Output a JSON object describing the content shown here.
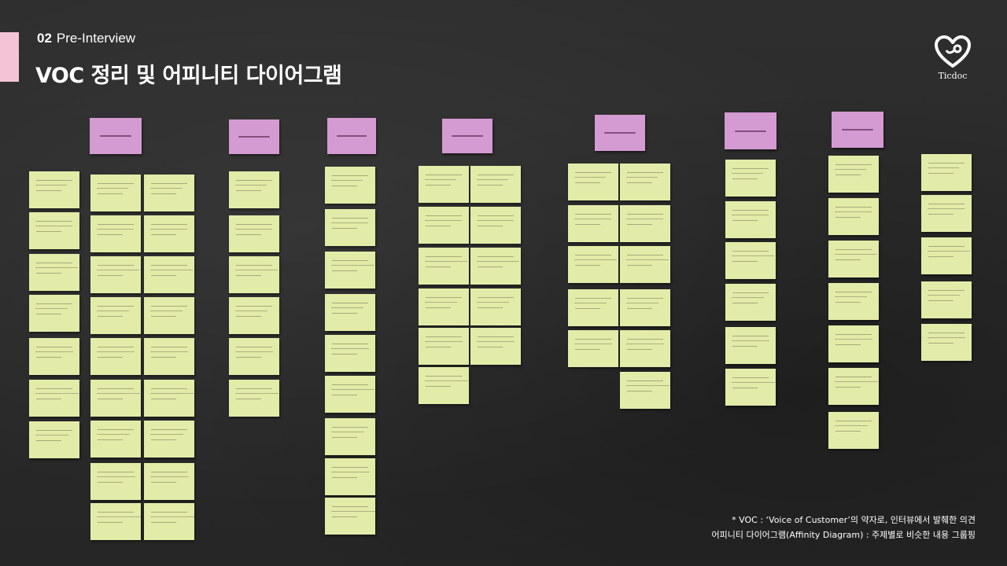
{
  "section": {
    "number": "02",
    "name": "Pre-Interview"
  },
  "title": "VOC 정리 및 어피니티 다이어그램",
  "brand": {
    "logo_text": "Ticdoc",
    "accent_color": "#f2c4d6"
  },
  "colors": {
    "sticky_note": "#e3eba8",
    "header_note": "#d49ad2",
    "board": "#2a2a2a"
  },
  "footnote": {
    "line1": "* VOC : ‘Voice of Customer’의 약자로, 인터뷰에서 발췌한 의견",
    "line2": "어피니티 다이어그램(Affinity Diagram) : 주제별로 비슷한 내용 그룹핑"
  }
}
